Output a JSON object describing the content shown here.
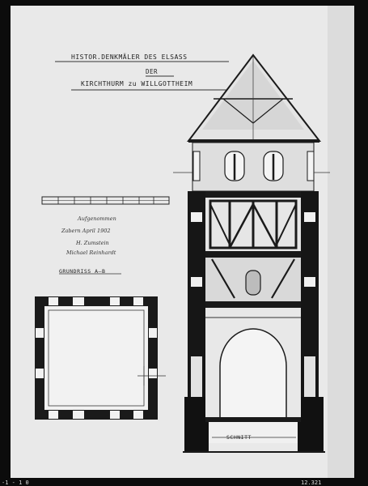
{
  "sheet": {
    "title_line1": "HISTOR.DENKMÄLER DES ELSASS",
    "title_line2": "DER",
    "title_line3": "KIRCHTHURM zu WILLGOTTHEIM"
  },
  "floorplan": {
    "title": "GRUNDRISS A–B"
  },
  "section": {
    "label": "SCHNITT"
  },
  "annotation": {
    "line1": "Aufgenommen",
    "line2": "Zabern April 1902",
    "line3": "H. Zumstein",
    "line4": "Michael Reinhardt"
  },
  "footer": {
    "left": "-1 - 1 0",
    "right": "12.321"
  },
  "colors": {
    "paper": "#e9e9e9",
    "ink": "#1a1a1a",
    "background": "#0c0c0c"
  }
}
